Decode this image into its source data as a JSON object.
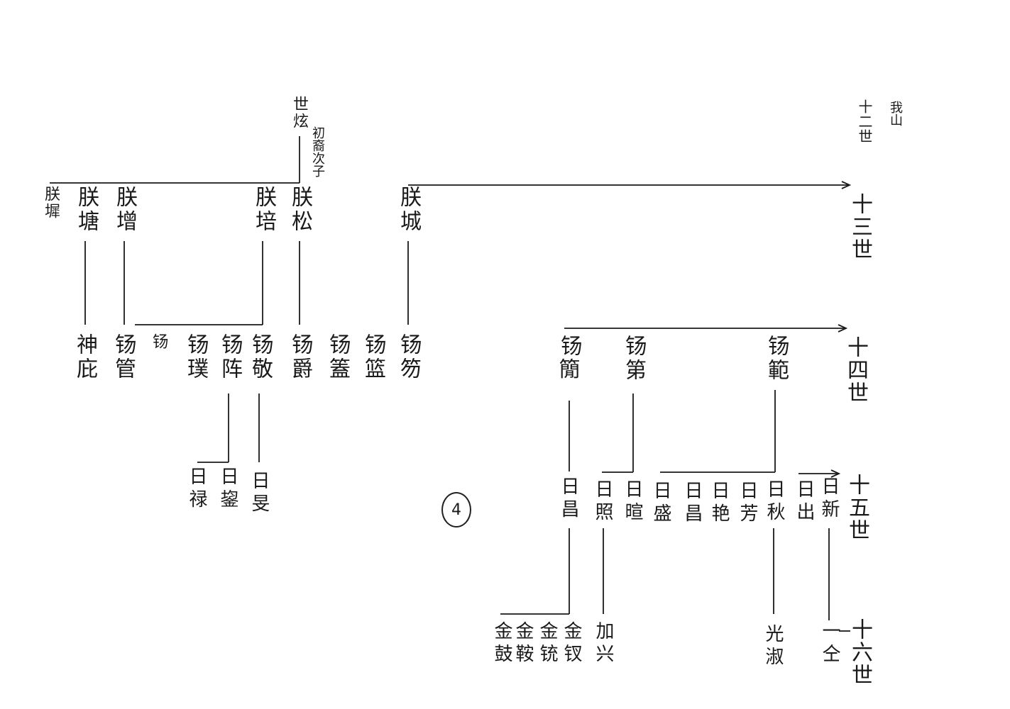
{
  "generations": {
    "g12": "十二世",
    "g12_note": "我山",
    "g13": "十三世",
    "g14": "十四世",
    "g15": "十五世",
    "g16": "十六世"
  },
  "root": {
    "name": "世炫",
    "note": "初裔次子"
  },
  "gen13": [
    "朕墀",
    "朕塘",
    "朕增",
    "朕培",
    "朕松",
    "朕城"
  ],
  "gen14_left": [
    "神庇",
    "钖管",
    "钖",
    "钖璞",
    "钖阵",
    "钖敬",
    "钖爵",
    "钖篕",
    "钖篮",
    "钖笏"
  ],
  "gen14_right": [
    "钖𥳑",
    "钖第",
    "钖範"
  ],
  "gen15_left": [
    "日禄",
    "日鋆",
    "日旻"
  ],
  "gen15_right": [
    "日昌",
    "日照",
    "日暄",
    "日盛",
    "日昌",
    "日艳",
    "日芳",
    "日秋",
    "日出",
    "日新"
  ],
  "gen16": [
    "金鼓",
    "金鞍",
    "金铳",
    "金钗",
    "加兴",
    "光淑",
    "一仝"
  ],
  "page_mark": "4"
}
